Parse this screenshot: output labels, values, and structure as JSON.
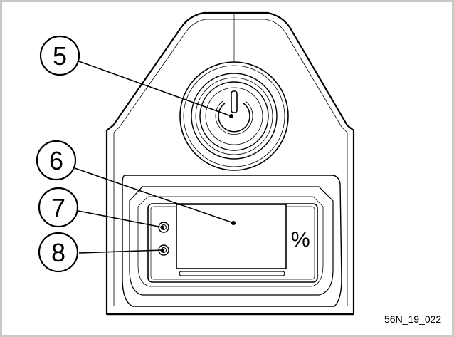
{
  "callouts": {
    "power_button": "5",
    "display": "6",
    "indicator_top": "7",
    "indicator_bottom": "8"
  },
  "display": {
    "unit": "%"
  },
  "figure_code": "56N_19_022"
}
